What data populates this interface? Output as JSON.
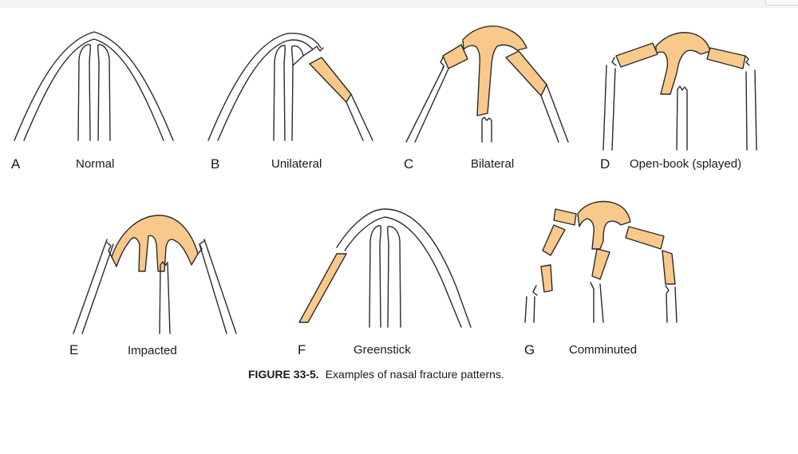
{
  "colors": {
    "fracture_fill": "#F9C98B",
    "bone_stroke": "#2b2b2b",
    "background": "#FFFFFF"
  },
  "panels": [
    {
      "letter": "A",
      "label": "Normal"
    },
    {
      "letter": "B",
      "label": "Unilateral"
    },
    {
      "letter": "C",
      "label": "Bilateral"
    },
    {
      "letter": "D",
      "label": "Open-book (splayed)"
    },
    {
      "letter": "E",
      "label": "Impacted"
    },
    {
      "letter": "F",
      "label": "Greenstick"
    },
    {
      "letter": "G",
      "label": "Comminuted"
    }
  ],
  "caption": {
    "number": "FIGURE 33-5.",
    "text": "Examples of nasal fracture patterns."
  }
}
